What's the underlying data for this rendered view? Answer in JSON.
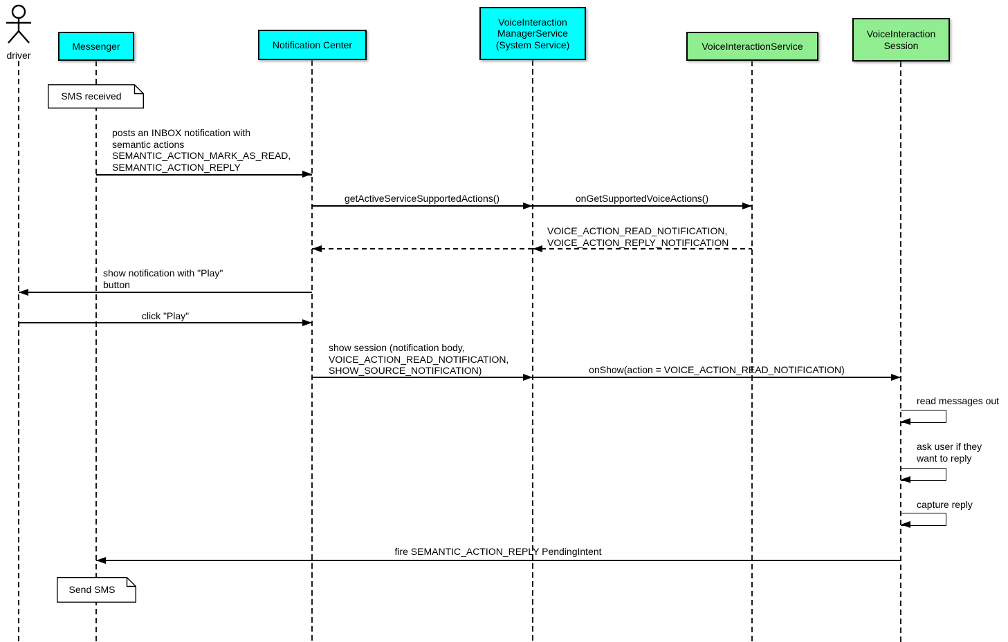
{
  "diagram": {
    "type": "sequence",
    "actor": {
      "label": "driver"
    },
    "participants": [
      {
        "id": "messenger",
        "label": "Messenger",
        "color": "#00ffff"
      },
      {
        "id": "notification-center",
        "label": "Notification Center",
        "color": "#00ffff"
      },
      {
        "id": "voiceinteraction-managerservice",
        "label": "VoiceInteraction\nManagerService\n(System Service)",
        "color": "#00ffff"
      },
      {
        "id": "voiceinteractionservice",
        "label": "VoiceInteractionService",
        "color": "#90ee90"
      },
      {
        "id": "voiceinteraction-session",
        "label": "VoiceInteraction\nSession",
        "color": "#90ee90"
      }
    ],
    "notes": [
      {
        "label": "SMS received",
        "attached_to": "Messenger"
      },
      {
        "label": "Send SMS",
        "attached_to": "Messenger"
      }
    ],
    "messages": [
      {
        "label": "posts an INBOX notification with\nsemantic actions\nSEMANTIC_ACTION_MARK_AS_READ,\nSEMANTIC_ACTION_REPLY",
        "from": "Messenger",
        "to": "Notification Center",
        "style": "solid"
      },
      {
        "label": "getActiveServiceSupportedActions()",
        "from": "Notification Center",
        "to": "VoiceInteractionManagerService",
        "style": "solid"
      },
      {
        "label": "onGetSupportedVoiceActions()",
        "from": "VoiceInteractionManagerService",
        "to": "VoiceInteractionService",
        "style": "solid"
      },
      {
        "label": "VOICE_ACTION_READ_NOTIFICATION,\nVOICE_ACTION_REPLY_NOTIFICATION",
        "from": "VoiceInteractionService",
        "to": "Notification Center",
        "style": "dashed"
      },
      {
        "label": "show notification with \"Play\"\nbutton",
        "from": "Notification Center",
        "to": "driver",
        "style": "solid"
      },
      {
        "label": "click \"Play\"",
        "from": "driver",
        "to": "Notification Center",
        "style": "solid"
      },
      {
        "label": "show session (notification body,\nVOICE_ACTION_READ_NOTIFICATION,\nSHOW_SOURCE_NOTIFICATION)",
        "from": "Notification Center",
        "to": "VoiceInteractionManagerService",
        "style": "solid"
      },
      {
        "label": "onShow(action = VOICE_ACTION_READ_NOTIFICATION)",
        "from": "VoiceInteractionManagerService",
        "to": "VoiceInteractionSession",
        "style": "solid"
      },
      {
        "label": "read messages out",
        "from": "VoiceInteractionSession",
        "to": "VoiceInteractionSession",
        "style": "self"
      },
      {
        "label": "ask user if they\nwant to reply",
        "from": "VoiceInteractionSession",
        "to": "VoiceInteractionSession",
        "style": "self"
      },
      {
        "label": "capture reply",
        "from": "VoiceInteractionSession",
        "to": "VoiceInteractionSession",
        "style": "self"
      },
      {
        "label": "fire SEMANTIC_ACTION_REPLY PendingIntent",
        "from": "VoiceInteractionSession",
        "to": "Messenger",
        "style": "solid"
      }
    ],
    "colors": {
      "participant_cyan": "#00ffff",
      "participant_green": "#90ee90",
      "line": "#000000",
      "background": "#ffffff"
    }
  }
}
